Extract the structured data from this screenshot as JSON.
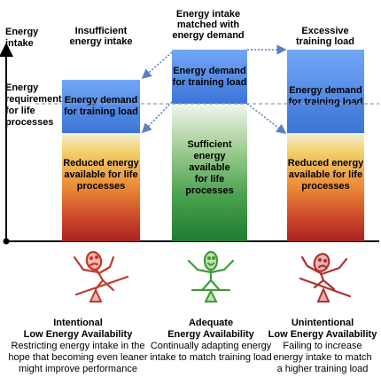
{
  "y_axis": {
    "label_line1": "Energy",
    "label_line2": "intake",
    "requirement_line1": "Energy",
    "requirement_line2": "requirement",
    "requirement_line3": "for life",
    "requirement_line4": "processes"
  },
  "columns": [
    {
      "header_line1": "Insufficient",
      "header_line2": "energy intake",
      "top_line1": "Energy demand",
      "top_line2": "for training load",
      "bottom_line1": "Reduced energy",
      "bottom_line2": "available for life",
      "bottom_line3": "processes",
      "caption_title1": "Intentional",
      "caption_title2": "Low Energy Availability",
      "caption_line1": "Restricting energy intake in the",
      "caption_line2": "hope that becoming even leaner",
      "caption_line3": "might improve performance",
      "figure_color": "#c0392b"
    },
    {
      "header_line1": "Energy intake",
      "header_line2": "matched with",
      "header_line3": "energy demand",
      "top_line1": "Energy demand",
      "top_line2": "for training load",
      "bottom_line1": "Sufficient",
      "bottom_line2": "energy available",
      "bottom_line3": "for life",
      "bottom_line4": "processes",
      "caption_title1": "Adequate",
      "caption_title2": "Energy Availability",
      "caption_line1": "Continually adapting energy",
      "caption_line2": "intake to match training load",
      "figure_color": "#3f9a3a"
    },
    {
      "header_line1": "Excessive",
      "header_line2": "training load",
      "top_line1": "Energy demand",
      "top_line2": "for training load",
      "bottom_line1": "Reduced energy",
      "bottom_line2": "available for life",
      "bottom_line3": "processes",
      "caption_title1": "Unintentional",
      "caption_title2": "Low Energy Availability",
      "caption_line1": "Failing to increase",
      "caption_line2": "energy intake to match",
      "caption_line3": "a higher training load",
      "figure_color": "#b03030"
    }
  ],
  "colors": {
    "demand_blue": "#4f86e3",
    "reduced_red": "#c9452a",
    "sufficient_green": "#3f9a48",
    "arrow_blue": "#5b7fbf",
    "requirement_line": "#8aa0c0"
  }
}
